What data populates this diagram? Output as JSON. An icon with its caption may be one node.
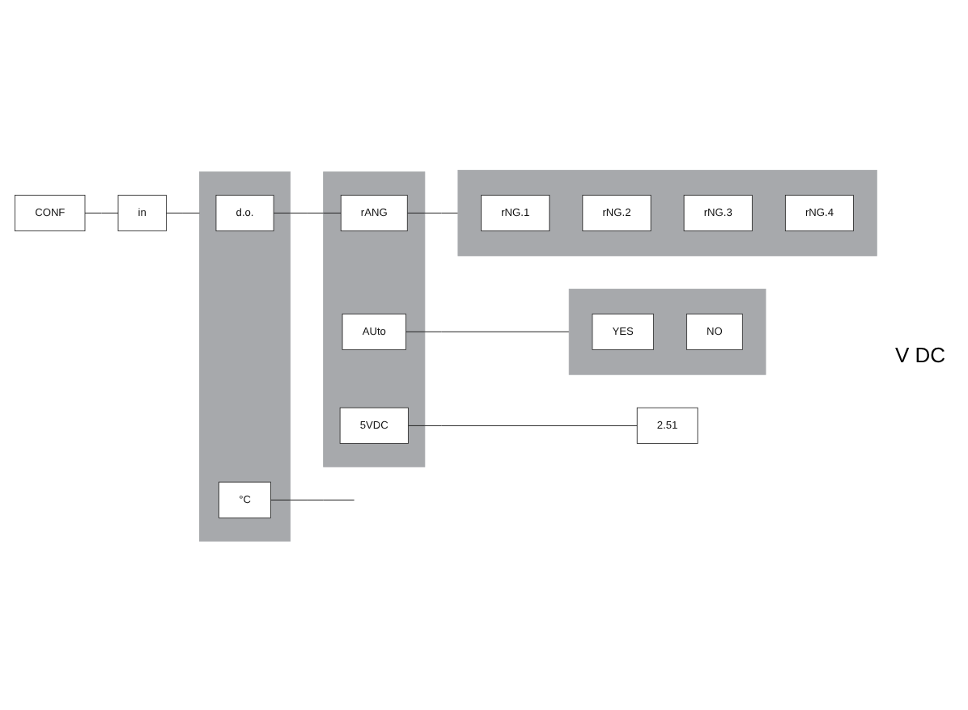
{
  "diagram": {
    "nodes": [
      {
        "text": [
          "CONF"
        ]
      },
      {
        "text": [
          "in"
        ]
      },
      {
        "text": [],
        "shape": "box"
      },
      {
        "text": [
          "d.o."
        ],
        "in": 2
      },
      {
        "text": [
          "°C"
        ],
        "in": 2
      },
      {
        "text": [],
        "shape": "box"
      },
      {
        "text": [
          "AUto"
        ],
        "in": 5
      },
      {
        "text": [
          "rANG"
        ],
        "in": 5
      },
      {
        "text": [
          "5VDC"
        ],
        "in": 5
      },
      {
        "text": [],
        "shape": "box"
      },
      {
        "text": [
          "YES"
        ],
        "in": 9
      },
      {
        "text": [
          "NO"
        ],
        "in": 9
      },
      {
        "text": [],
        "shape": "box"
      },
      {
        "text": [
          "rNG.1"
        ],
        "in": 12
      },
      {
        "text": [
          "rNG.2"
        ],
        "in": 12
      },
      {
        "text": [
          "rNG.3"
        ],
        "in": 12
      },
      {
        "text": [
          "rNG.4"
        ],
        "in": 12
      },
      {
        "text": [
          "2.51"
        ]
      }
    ],
    "edges": [
      {
        "from": 0,
        "to": 1,
        "arrow": "none"
      },
      {
        "from": 1,
        "to": 2,
        "arrow": "none"
      },
      {
        "from": 3,
        "to": 7,
        "arrow": "none"
      },
      {
        "from": 4,
        "to": null,
        "arrow": "none"
      },
      {
        "from": 6,
        "to": 9,
        "arrow": "none"
      },
      {
        "from": 7,
        "to": 12,
        "arrow": "none"
      },
      {
        "from": 8,
        "to": 17,
        "arrow": "none"
      }
    ],
    "labels": [
      "V DC"
    ]
  }
}
